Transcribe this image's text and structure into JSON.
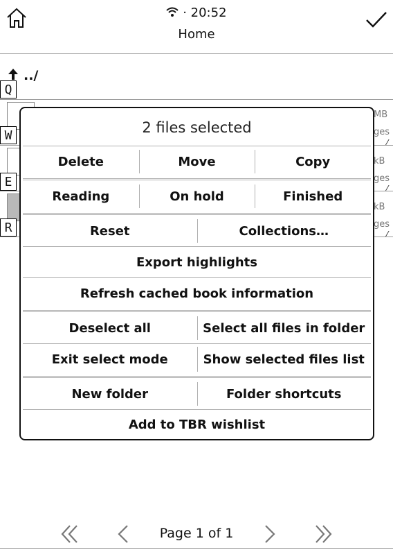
{
  "header": {
    "time": "20:52",
    "status_separator": "·",
    "title": "Home"
  },
  "browser": {
    "up_label": "../",
    "alpha_keys": [
      "Q",
      "W",
      "E",
      "R"
    ],
    "peek_texts": [
      "MB",
      "ges",
      "kB",
      "ges",
      "kB",
      "ges"
    ]
  },
  "dialog": {
    "title": "2 files selected",
    "rows": [
      [
        "Delete",
        "Move",
        "Copy"
      ],
      [
        "Reading",
        "On hold",
        "Finished"
      ],
      [
        "Reset",
        "Collections…"
      ],
      [
        "Export highlights"
      ],
      [
        "Refresh cached book information"
      ],
      [
        "Deselect all",
        "Select all files in folder"
      ],
      [
        "Exit select mode",
        "Show selected files list"
      ],
      [
        "New folder",
        "Folder shortcuts"
      ],
      [
        "Add to TBR wishlist"
      ]
    ]
  },
  "footer": {
    "page_label": "Page 1 of 1"
  },
  "icons": {
    "home": "home-icon",
    "check": "checkmark-icon",
    "wifi": "wifi-icon",
    "first": "double-chevron-left-icon",
    "prev": "chevron-left-icon",
    "next": "chevron-right-icon",
    "last": "double-chevron-right-icon"
  }
}
